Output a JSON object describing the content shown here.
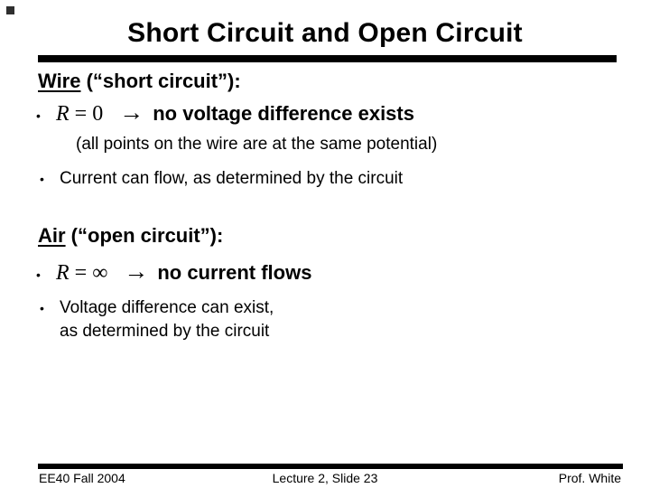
{
  "slide": {
    "title": "Short Circuit and Open Circuit",
    "bullet_char": "•",
    "arrow_char": "→",
    "wire": {
      "term": "Wire",
      "rest": " (“short circuit”):",
      "b1": {
        "var": "R",
        "eq": " = 0",
        "text": "no voltage difference exists"
      },
      "note": "(all points on the wire are at the same potential)",
      "b2": "Current can flow, as determined by the circuit"
    },
    "air": {
      "term": "Air",
      "rest": " (“open circuit”):",
      "b1": {
        "var": "R",
        "eq": " = ∞",
        "text": "no current flows"
      },
      "b2_line1": "Voltage difference can exist,",
      "b2_line2": "as determined by the circuit"
    },
    "footer": {
      "course": "EE40 Fall 2004",
      "center": "Lecture 2, Slide 23",
      "author": "Prof. White"
    },
    "colors": {
      "background": "#ffffff",
      "text": "#000000",
      "rule": "#000000",
      "corner_mark": "#2f2f2f"
    }
  }
}
